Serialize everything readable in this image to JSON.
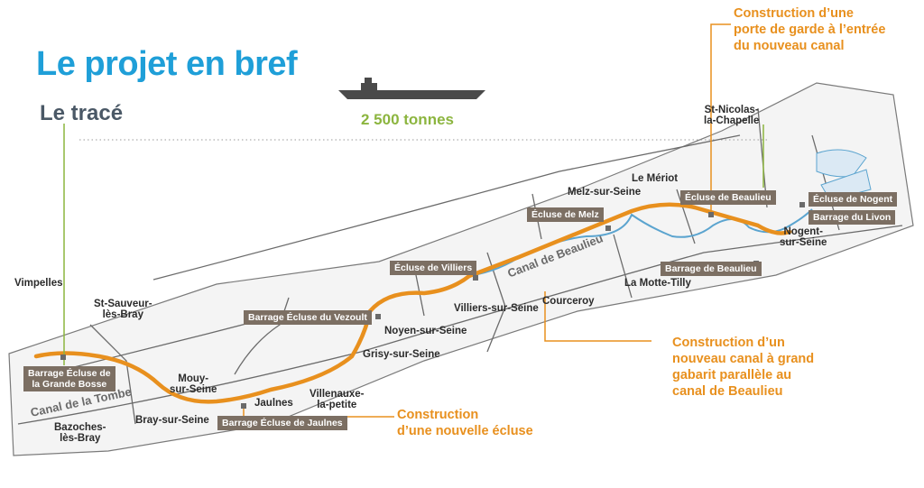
{
  "title": "Le projet en bref",
  "subtitle": "Le tracé",
  "boat": {
    "tonnage": "2 500 tonnes",
    "icon": "barge-icon"
  },
  "colors": {
    "title": "#1f9fd8",
    "green": "#8cb53f",
    "orange": "#e8901e",
    "river": "#5ba4cf",
    "tag_bg": "#7c6f63"
  },
  "towns": {
    "vimpelles": "Vimpelles",
    "st_sauveur": "St-Sauveur-\nlès-Bray",
    "mouy": "Mouy-\nsur-Seine",
    "bazoches": "Bazoches-\nlès-Bray",
    "bray": "Bray-sur-Seine",
    "jaulnes": "Jaulnes",
    "villenauxe": "Villenauxe-\nla-petite",
    "grisy": "Grisy-sur-Seine",
    "noyen": "Noyen-sur-Seine",
    "villiers": "Villiers-sur-Seine",
    "courceroy": "Courceroy",
    "motte": "La Motte-Tilly",
    "melz": "Melz-sur-Seine",
    "meriot": "Le Mériot",
    "st_nicolas": "St-Nicolas-\nla-Chapelle",
    "nogent": "Nogent-\nsur-Seine"
  },
  "structures": {
    "grande_bosse": "Barrage Écluse de\nla Grande Bosse",
    "jaulnes": "Barrage Écluse de Jaulnes",
    "vezoult": "Barrage Écluse du Vezoult",
    "villiers": "Écluse de Villiers",
    "melz": "Écluse de Melz",
    "beaulieu_ecluse": "Écluse de Beaulieu",
    "beaulieu_barrage": "Barrage de Beaulieu",
    "nogent": "Écluse de Nogent",
    "livon": "Barrage du Livon"
  },
  "canals": {
    "tombe": "Canal de la Tombe",
    "beaulieu": "Canal de Beaulieu"
  },
  "notes": {
    "porte_garde": "Construction d’une\nporte de garde à l’entrée\ndu nouveau canal",
    "nouveau_canal": "Construction d’un\nnouveau canal à grand\ngabarit parallèle au\ncanal de Beaulieu",
    "nouvelle_ecluse": "Construction\nd’une nouvelle écluse"
  }
}
